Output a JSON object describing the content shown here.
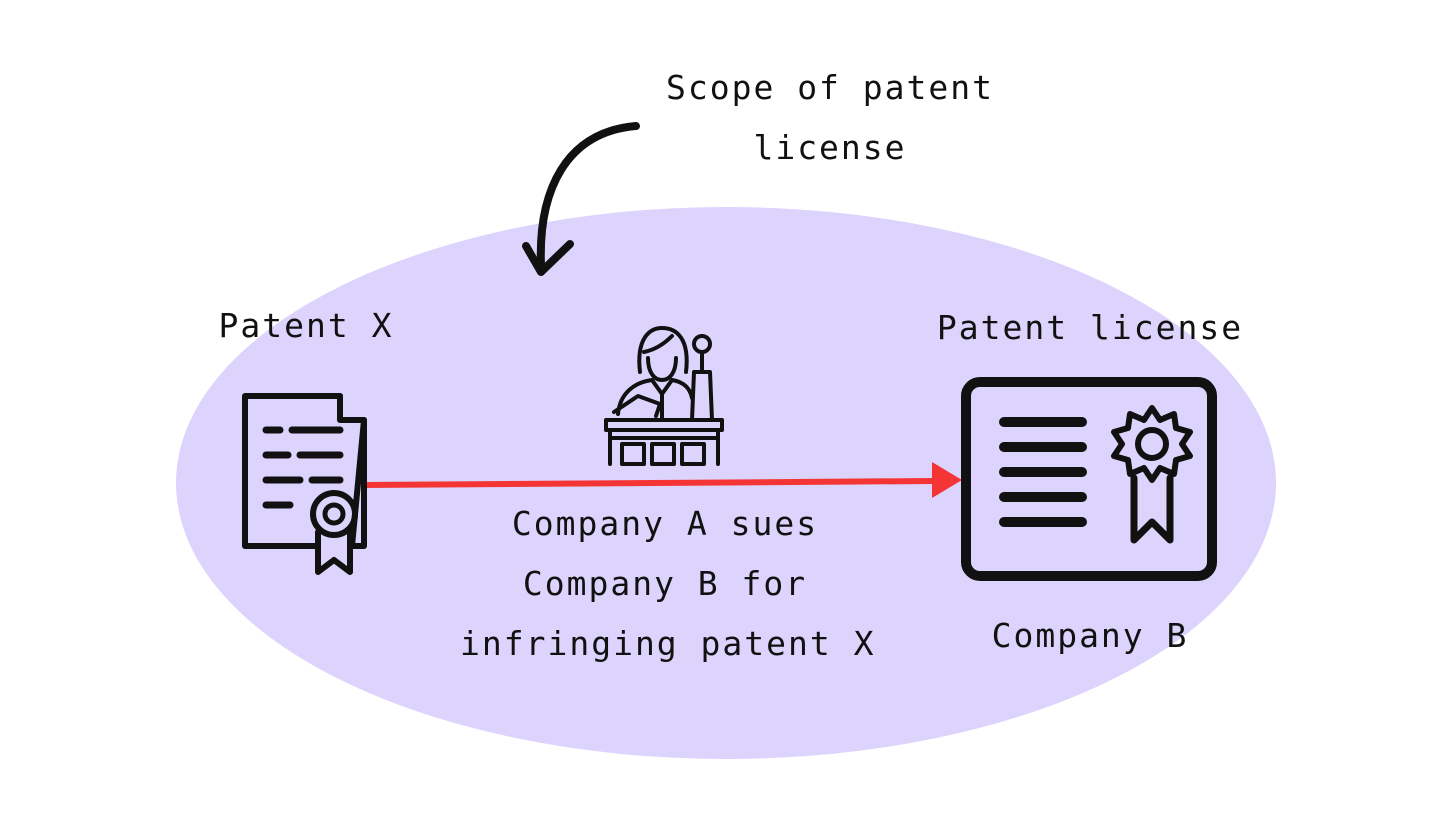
{
  "diagram": {
    "scope_label": [
      "Scope of patent",
      "license"
    ],
    "patent_label": "Patent X",
    "license_label": "Patent license",
    "company_b_label": "Company B",
    "lawsuit_label": [
      "Company A sues",
      "Company B for",
      "infringing patent X"
    ],
    "colors": {
      "scope_ellipse": "#ddd4fe",
      "arrow": "#f53535",
      "ink": "#111111"
    },
    "icons": {
      "patent": "patent-document-icon",
      "judge": "judge-gavel-icon",
      "license": "license-certificate-icon"
    }
  }
}
